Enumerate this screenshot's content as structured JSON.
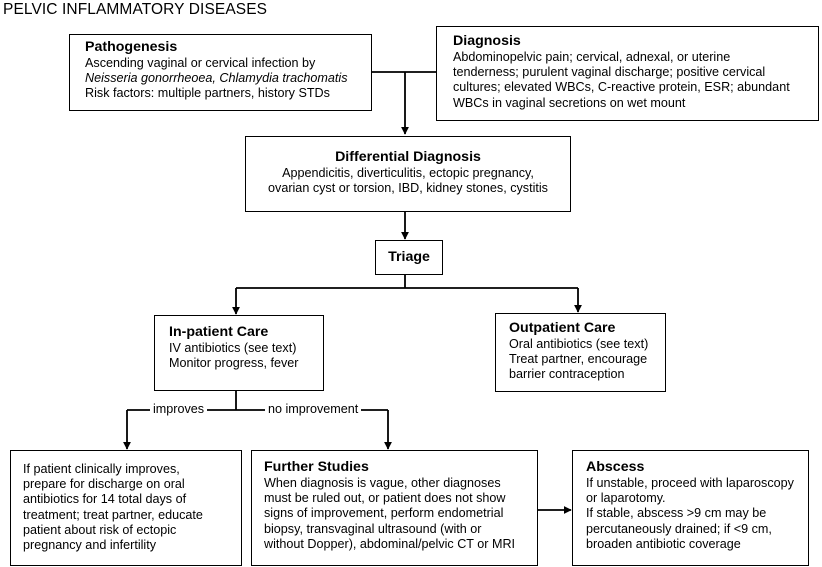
{
  "title": "PELVIC INFLAMMATORY DISEASES",
  "pathogenesis": {
    "heading": "Pathogenesis",
    "line1": "Ascending vaginal or cervical infection by",
    "line2_italic": "Neisseria gonorrheoea, Chlamydia trachomatis",
    "line3": "Risk factors: multiple partners, history STDs"
  },
  "diagnosis": {
    "heading": "Diagnosis",
    "lines": [
      "Abdominopelvic pain; cervical, adnexal, or uterine",
      "tenderness; purulent vaginal discharge; positive cervical",
      "cultures; elevated WBCs, C-reactive protein, ESR; abundant",
      "WBCs in vaginal secretions on wet mount"
    ]
  },
  "differential": {
    "heading": "Differential Diagnosis",
    "lines": [
      "Appendicitis, diverticulitis, ectopic pregnancy,",
      "ovarian cyst or torsion, IBD, kidney stones, cystitis"
    ]
  },
  "triage": {
    "heading": "Triage"
  },
  "inpatient": {
    "heading": "In-patient Care",
    "lines": [
      "IV antibiotics (see text)",
      "Monitor progress, fever"
    ]
  },
  "outpatient": {
    "heading": "Outpatient Care",
    "lines": [
      "Oral antibiotics (see text)",
      "Treat partner, encourage",
      "barrier contraception"
    ]
  },
  "labels": {
    "improves": "improves",
    "no_improvement": "no improvement"
  },
  "improves_box": {
    "lines": [
      "If patient clinically improves,",
      "prepare for discharge on oral",
      "antibiotics for 14 total days of",
      "treatment; treat partner, educate",
      "patient about risk of ectopic",
      "pregnancy and infertility"
    ]
  },
  "further": {
    "heading": "Further Studies",
    "lines": [
      "When diagnosis is vague, other diagnoses",
      "must be ruled out, or patient does not show",
      "signs of improvement, perform endometrial",
      "biopsy, transvaginal ultrasound (with or",
      "without Dopper), abdominal/pelvic CT or MRI"
    ]
  },
  "abscess": {
    "heading": "Abscess",
    "lines": [
      "If unstable, proceed with laparoscopy",
      "or laparotomy.",
      "If stable, abscess >9 cm may be",
      "percutaneously drained; if <9 cm,",
      "broaden antibiotic coverage"
    ]
  }
}
